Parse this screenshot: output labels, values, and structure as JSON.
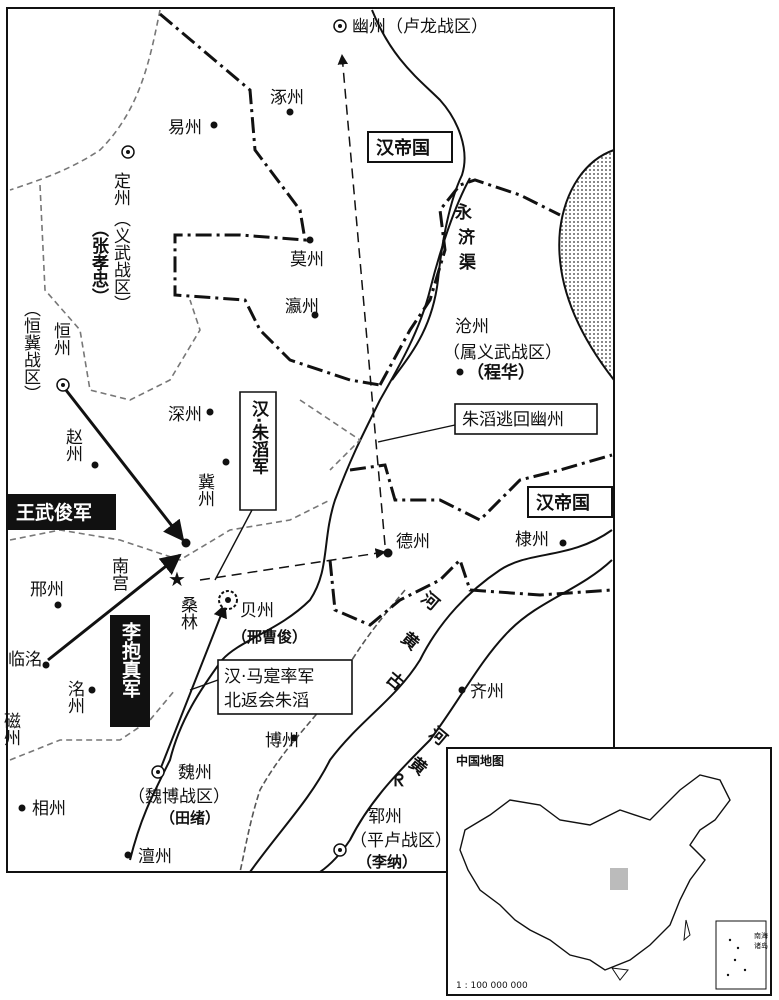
{
  "map": {
    "cities": {
      "youzhou": "幽州",
      "youzhou_zone": "（卢龙战区）",
      "zhuozhou": "涿州",
      "yizhou": "易州",
      "dingzhou": "定州",
      "dingzhou_zone": "（义武战区）",
      "dingzhou_leader": "（张孝忠）",
      "mozhou": "莫州",
      "yingzhou": "瀛州",
      "cangzhou": "沧州",
      "cangzhou_zone": "（属义武战区）",
      "cangzhou_leader": "（程华）",
      "hengzhou": "恒州",
      "hengzhou_zone": "（恒冀战区）",
      "shenzhou": "深州",
      "zhaozhou": "赵州",
      "jizhou": "冀州",
      "nangong": "南宫",
      "sanglin": "桑林",
      "dezhou": "德州",
      "dizhou": "棣州",
      "xingzhou": "邢州",
      "linming": "临洺",
      "beizhou": "贝州",
      "beizhou_leader": "（邢曹俊）",
      "luozhou": "洺州",
      "cizhou": "磁州",
      "qizhou": "齐州",
      "bozhou": "博州",
      "weizhou": "魏州",
      "weizhou_zone": "（魏博战区）",
      "weizhou_leader": "（田绪）",
      "xiangzhou": "相州",
      "chanzhou": "澶州",
      "yunzhou": "郓州",
      "yunzhou_zone": "（平卢战区）",
      "yunzhou_leader": "（李纳）"
    },
    "rivers": {
      "yongji_1": "永",
      "yongji_2": "济",
      "yongji_3": "渠",
      "old_river_1": "河",
      "old_river_2": "黄",
      "old_river_3": "古",
      "yellow_1": "河",
      "yellow_2": "黄"
    },
    "boxes": {
      "han_empire_north": "汉帝国",
      "han_empire_south": "汉帝国",
      "zhu_tao": "汉·朱滔军",
      "zhu_tao_flee": "朱滔逃回幽州",
      "ma_sui_1": "汉·马寔率军",
      "ma_sui_2": "北返会朱滔",
      "wang_wujun": "王武俊军",
      "li_baozhen": "李抱真军"
    }
  },
  "inset": {
    "title": "中国地图",
    "scale": "1 : 100 000 000",
    "nanhai_1": "南海",
    "nanhai_2": "诸岛"
  }
}
